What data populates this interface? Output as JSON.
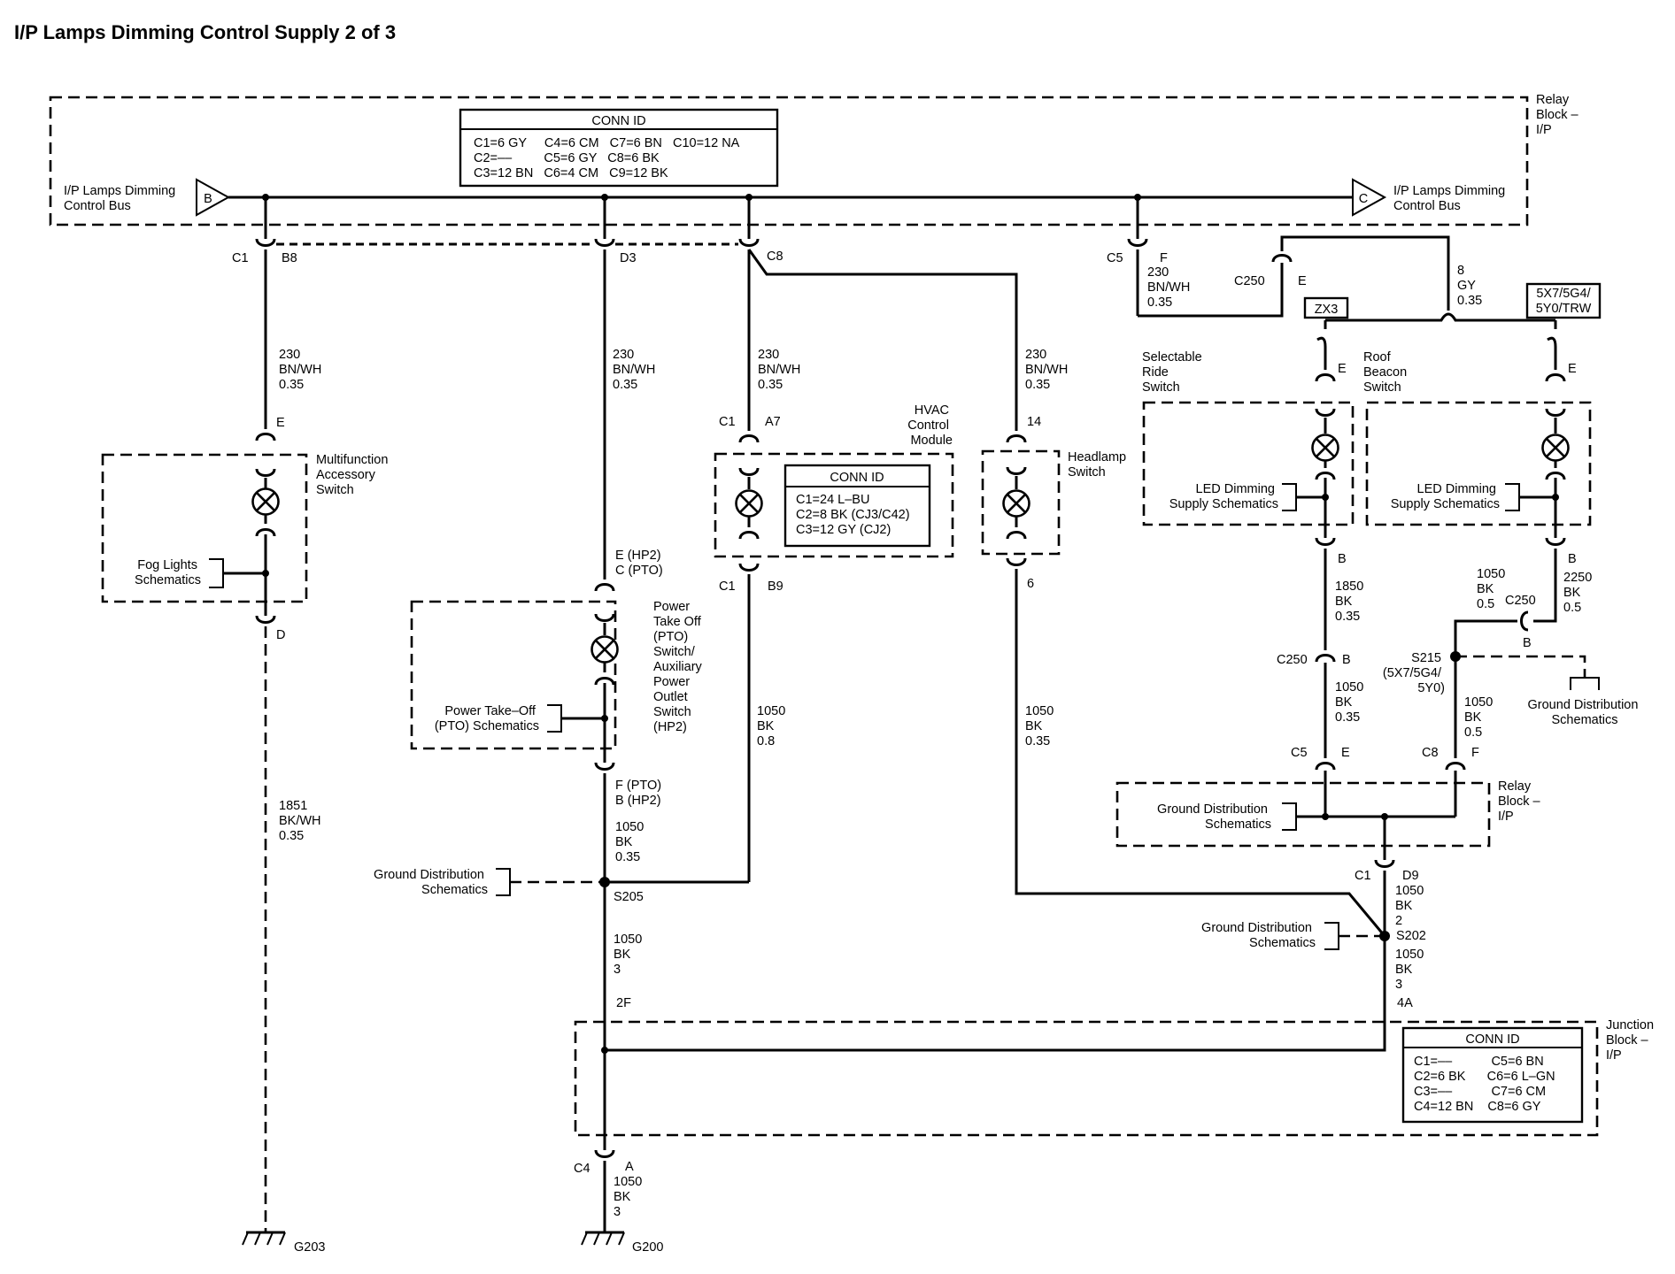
{
  "title": "I/P Lamps Dimming Control Supply 2 of 3",
  "relay_block": {
    "name_lines": [
      "Relay",
      "Block –",
      "I/P"
    ],
    "bus_in_lines": [
      "I/P Lamps Dimming",
      "Control Bus"
    ],
    "bus_in_letter": "B",
    "bus_out_lines": [
      "I/P Lamps Dimming",
      "Control Bus"
    ],
    "bus_out_letter": "C",
    "conn_id_title": "CONN ID",
    "conn_id_lines": [
      "C1=6 GY     C4=6 CM   C7=6 BN   C10=12 NA",
      "C2=––         C5=6 GY   C8=6 BK",
      "C3=12 BN   C6=4 CM   C9=12 BK"
    ],
    "lower_name_lines": [
      "Relay",
      "Block –",
      "I/P"
    ]
  },
  "conn_labels": {
    "c1": "C1",
    "b8": "B8",
    "d3": "D3",
    "c8": "C8",
    "c5": "C5",
    "f": "F",
    "c250": "C250",
    "e": "E",
    "a7": "A7",
    "b9": "B9",
    "pin14": "14",
    "pin6": "6",
    "pin_e": "E",
    "pin_d": "D",
    "pin_b": "B",
    "c250b": "C250",
    "c5e": "C5",
    "c8f": "C8",
    "f2": "F",
    "c1d9": "C1",
    "d9": "D9",
    "c4": "C4",
    "a": "A",
    "pin2f": "2F",
    "pin4a": "4A",
    "pto_top": [
      "E (HP2)",
      "C (PTO)"
    ],
    "pto_bot": [
      "F (PTO)",
      "B (HP2)"
    ]
  },
  "wires": {
    "w230": [
      "230",
      "BN/WH",
      "0.35"
    ],
    "w8gy": [
      "8",
      "GY",
      "0.35"
    ],
    "w1851": [
      "1851",
      "BK/WH",
      "0.35"
    ],
    "w1050_035": [
      "1050",
      "BK",
      "0.35"
    ],
    "w1050_08": [
      "1050",
      "BK",
      "0.8"
    ],
    "w1050_3": [
      "1050",
      "BK",
      "3"
    ],
    "w1050_2": [
      "1050",
      "BK",
      "2"
    ],
    "w1050_05": [
      "1050",
      "BK",
      "0.5"
    ],
    "w1850": [
      "1850",
      "BK",
      "0.35"
    ],
    "w2250": [
      "2250",
      "BK",
      "0.5"
    ]
  },
  "components": {
    "multifunction": [
      "Multifunction",
      "Accessory",
      "Switch"
    ],
    "fog_lights": [
      "Fog Lights",
      "Schematics"
    ],
    "pto_switch": [
      "Power",
      "Take Off",
      "(PTO)",
      "Switch/",
      "Auxiliary",
      "Power",
      "Outlet",
      "Switch",
      "(HP2)"
    ],
    "pto_schem": [
      "Power Take–Off",
      "(PTO) Schematics"
    ],
    "hvac": [
      "HVAC",
      "Control",
      "Module"
    ],
    "hvac_conn_title": "CONN ID",
    "hvac_conn_lines": [
      "C1=24 L–BU",
      "C2=8 BK (CJ3/C42)",
      "C3=12 GY (CJ2)"
    ],
    "headlamp": [
      "Headlamp",
      "Switch"
    ],
    "ride_switch": [
      "Selectable",
      "Ride",
      "Switch"
    ],
    "roof_switch": [
      "Roof",
      "Beacon",
      "Switch"
    ],
    "led_dimming": [
      "LED Dimming",
      "Supply Schematics"
    ],
    "option_zx3": "ZX3",
    "option_5x7": [
      "5X7/5G4/",
      "5Y0/TRW"
    ],
    "ground_dist": [
      "Ground Distribution",
      "Schematics"
    ],
    "s205": "S205",
    "s202": "S202",
    "s215": [
      "S215",
      "(5X7/5G4/",
      "5Y0)"
    ],
    "junction_block": [
      "Junction",
      "Block –",
      "I/P"
    ],
    "jb_conn_title": "CONN ID",
    "jb_conn_lines": [
      "C1=––           C5=6 BN",
      "C2=6 BK      C6=6 L–GN",
      "C3=––           C7=6 CM",
      "C4=12 BN    C8=6 GY"
    ],
    "g203": "G203",
    "g200": "G200"
  }
}
